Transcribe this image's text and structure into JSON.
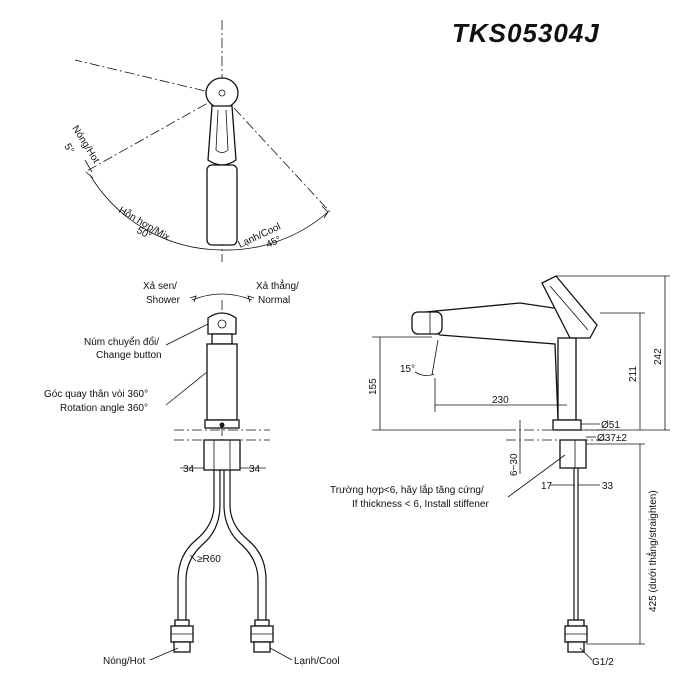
{
  "title": "TKS05304J",
  "top_view": {
    "hot_label": "Nóng/Hot",
    "hot_angle": "5°",
    "mix_label": "Hỗn hợp/Mix",
    "mix_angle": "50°",
    "cool_label": "Lạnh/Cool",
    "cool_angle": "45°"
  },
  "front_view": {
    "shower_label_vi": "Xả sen/",
    "shower_label_en": "Shower",
    "normal_label_vi": "Xả thẳng/",
    "normal_label_en": "Normal",
    "change_button_vi": "Núm chuyển đổi/",
    "change_button_en": "Change button",
    "rotation_vi": "Góc quay thân vòi 360°",
    "rotation_en": "Rotation angle 360°",
    "dim_left": "34",
    "dim_right": "34",
    "radius": "≥R60",
    "hot_label": "Nóng/Hot",
    "cool_label": "Lạnh/Cool"
  },
  "side_view": {
    "angle": "15°",
    "h155": "155",
    "w230": "230",
    "h211": "211",
    "h242": "242",
    "d51": "Ø51",
    "d37": "Ø37±2",
    "thickness": "6~30",
    "stiffener_vi": "Trường hợp<6, hãy lắp tăng cứng/",
    "stiffener_en": "If thickness < 6, Install stiffener",
    "w17": "17",
    "w33": "33",
    "h425": "425 (dưới thẳng/straighten)",
    "thread": "G1/2"
  }
}
